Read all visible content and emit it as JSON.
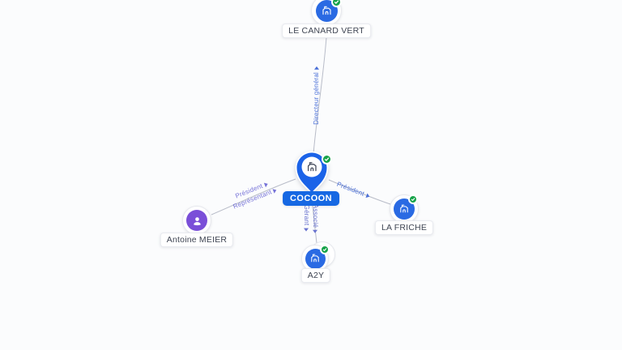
{
  "diagram": {
    "type": "company-network-graph",
    "background": "#fbfcfd",
    "colors": {
      "company_blue": "#2a6ae3",
      "selected_pin_blue": "#1b63e8",
      "selected_label_blue": "#1668e3",
      "person_purple": "#7a4fd8",
      "verified_green": "#17a34a",
      "edge_gray": "#b8bcc8",
      "edge_label_blue": "#4b70d8",
      "edge_label_purple": "#7673d8"
    }
  },
  "nodes": {
    "le_canard_vert": {
      "label": "LE CANARD VERT",
      "type": "company",
      "icon": "building-icon",
      "verified": true
    },
    "cocoon": {
      "label": "COCOON",
      "type": "company-selected-pin",
      "icon": "building-icon",
      "verified": true
    },
    "la_friche": {
      "label": "LA FRICHE",
      "type": "company",
      "icon": "building-icon",
      "verified": true
    },
    "a2y": {
      "label": "A2Y",
      "type": "company-stacked",
      "icon": "building-icon",
      "verified": true
    },
    "antoine_meier": {
      "label": "Antoine MEIER",
      "type": "person",
      "icon": "person-icon",
      "verified": false
    }
  },
  "edges": {
    "cocoon_to_le_canard_vert": {
      "labels": [
        "Directeur général"
      ],
      "direction": "toward LE CANARD VERT"
    },
    "cocoon_to_la_friche": {
      "labels": [
        "Président"
      ],
      "direction": "toward LA FRICHE"
    },
    "antoine_meier_to_cocoon": {
      "labels": [
        "Président",
        "Représentant"
      ],
      "direction": "toward COCOON"
    },
    "cocoon_to_a2y": {
      "labels": [
        "Gérant",
        "Associé"
      ],
      "direction": "toward A2Y"
    }
  }
}
